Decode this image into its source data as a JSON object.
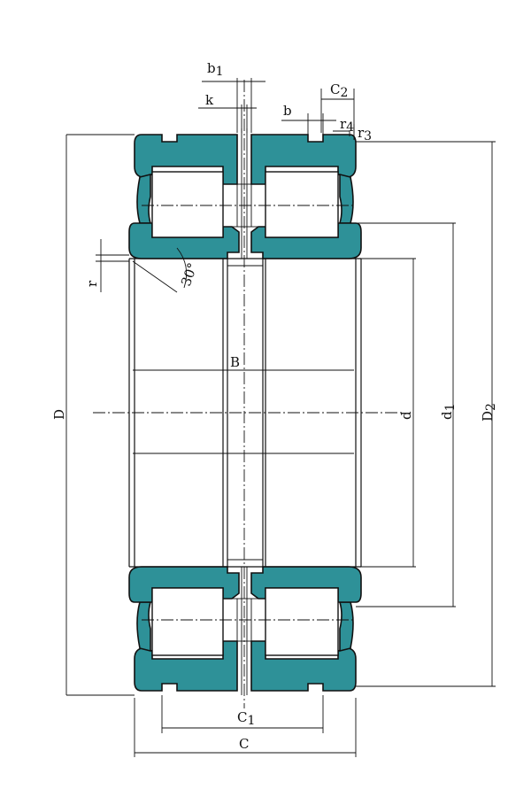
{
  "labels": {
    "b1": "b",
    "b1_sub": "1",
    "k": "k",
    "c2": "C",
    "c2_sub": "2",
    "b": "b",
    "r4": "r",
    "r4_sub": "4",
    "r3": "r",
    "r3_sub": "3",
    "r": "r",
    "angle": "30°",
    "B": "B",
    "D": "D",
    "d": "d",
    "d1": "d",
    "d1_sub": "1",
    "D2": "D",
    "D2_sub": "2",
    "C1": "C",
    "C1_sub": "1",
    "C": "C"
  },
  "colors": {
    "part_fill": "#2e9198",
    "line": "#111111",
    "background": "#ffffff"
  }
}
